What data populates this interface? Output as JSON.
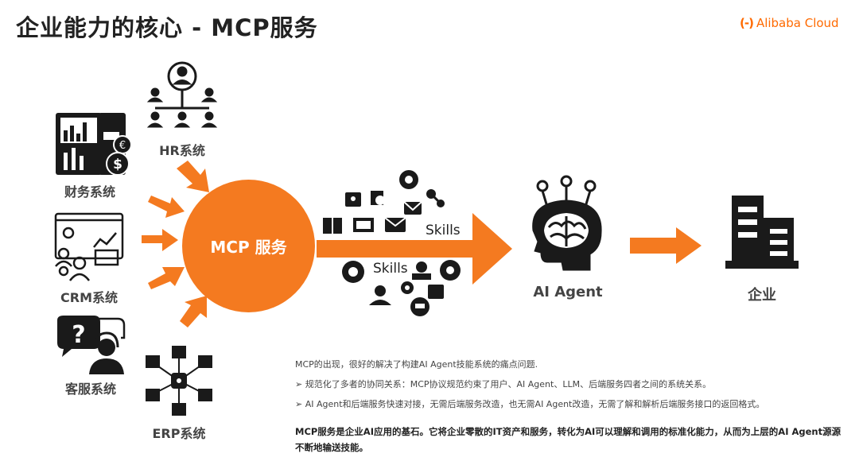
{
  "title": "企业能力的核心 - MCP服务",
  "logo": {
    "mark": "(-)",
    "text": "Alibaba Cloud"
  },
  "sources": {
    "hr": "HR系统",
    "finance": "财务系统",
    "crm": "CRM系统",
    "customer_service": "客服系统",
    "erp": "ERP系统"
  },
  "hub": "MCP 服务",
  "skills_top": "Skills",
  "skills_bottom": "Skills",
  "agent": "AI Agent",
  "enterprise": "企业",
  "description": {
    "intro": "MCP的出现，很好的解决了构建AI Agent技能系统的痛点问题.",
    "bullets": [
      "规范化了多者的协同关系：MCP协议规范约束了用户、AI Agent、LLM、后端服务四者之间的系统关系。",
      "AI Agent和后端服务快速对接，无需后端服务改造，也无需AI Agent改造，无需了解和解析后端服务接口的返回格式。"
    ],
    "bullet_marker": "➢"
  },
  "summary": "MCP服务是企业AI应用的基石。它将企业零散的IT资产和服务，转化为AI可以理解和调用的标准化能力，从而为上层的AI Agent源源不断地输送技能。",
  "colors": {
    "accent": "#f47a20",
    "icon": "#1a1a1a",
    "logo": "#ff6a00"
  }
}
